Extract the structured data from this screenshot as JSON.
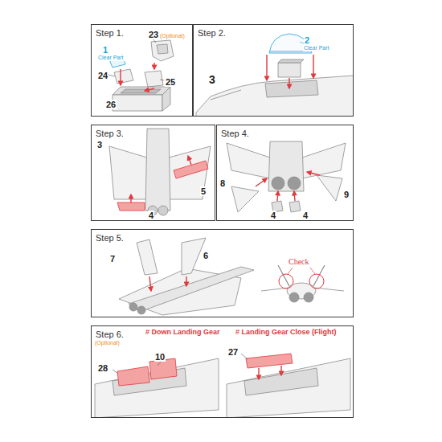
{
  "diagram": {
    "nodes": [
      {
        "text": [
          "Step 1."
        ]
      },
      {
        "text": [
          "Step 2."
        ]
      },
      {
        "text": [
          "Step 3."
        ]
      },
      {
        "text": [
          "Step 4."
        ]
      },
      {
        "text": [
          "Step 5."
        ]
      },
      {
        "text": [
          "Step 6."
        ]
      }
    ],
    "labels": [
      "23",
      "(Optional)",
      "1",
      "Clear Part",
      "24",
      "25",
      "26",
      "2",
      "Clear Part",
      "3",
      "3",
      "5",
      "4",
      "8",
      "4",
      "4",
      "9",
      "7",
      "6",
      "Check",
      "(Optional)",
      "# Down Landing Gear",
      "# Landing Gear Close (Flight)",
      "28",
      "10",
      "27"
    ]
  }
}
